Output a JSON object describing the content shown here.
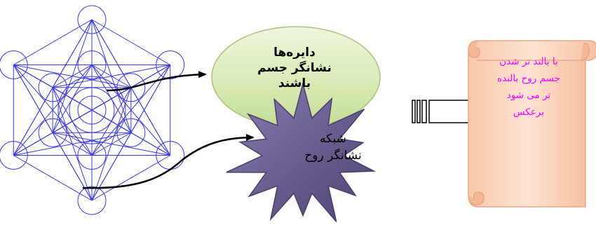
{
  "oval": {
    "line1": "دایره‌ها",
    "line2": "نشانگر جسم",
    "line3": "باشند",
    "fill": "#d9ebb7",
    "edge": "#a9c47a"
  },
  "star": {
    "line1": "شبکه",
    "line2": "نشانگر روح",
    "fill": "#6b5f91",
    "edge": "#4a3f6b"
  },
  "scroll": {
    "line1": "با بالند تر شدن",
    "line2": "جسم روح بالنده",
    "line3": "تر می شود",
    "line4": "برعکس",
    "text_color": "#ff00ff",
    "fill": "#fde4d2",
    "edge": "#e7a888"
  },
  "figure": {
    "icon": "metatron-cube-icon",
    "line_color": "#3a3ad8"
  },
  "connector_color": "#000000"
}
